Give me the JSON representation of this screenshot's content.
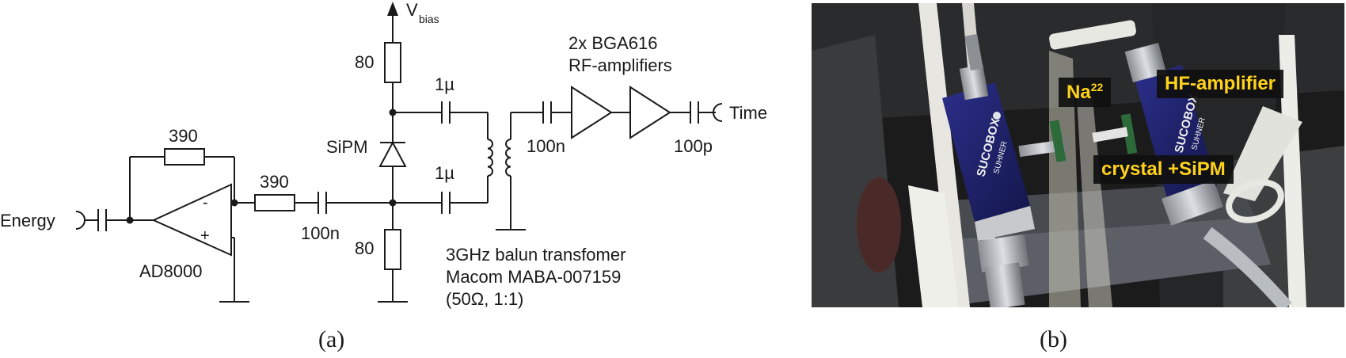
{
  "schematic": {
    "vbias": {
      "main": "V",
      "sub": "bias"
    },
    "r_top": "80",
    "r_bottom": "80",
    "r_feedback": "390",
    "r_input": "390",
    "c_coupling": "100n",
    "c_upper": "1µ",
    "c_lower": "1µ",
    "c_transformer_out": "100n",
    "c_output": "100p",
    "sipm_label": "SiPM",
    "opamp_label": "AD8000",
    "opamp_minus": "-",
    "opamp_plus": "+",
    "energy_label": "Energy",
    "time_label": "Time",
    "amp_title_line1": "2x BGA616",
    "amp_title_line2": "RF-amplifiers",
    "balun_line1": "3GHz balun transfomer",
    "balun_line2": "Macom MABA-007159",
    "balun_line3": "(50Ω, 1:1)"
  },
  "photo": {
    "label_na": "Na",
    "label_na_sup": "22",
    "label_hf": "HF-amplifier",
    "label_crystal": "crystal +SiPM",
    "box_text_1": "SUCOBOX",
    "box_text_2": "SUHNER",
    "box_text_3": "SUCOBOX",
    "box_text_4": "SUHNER"
  },
  "captions": {
    "a": "(a)",
    "b": "(b)"
  }
}
